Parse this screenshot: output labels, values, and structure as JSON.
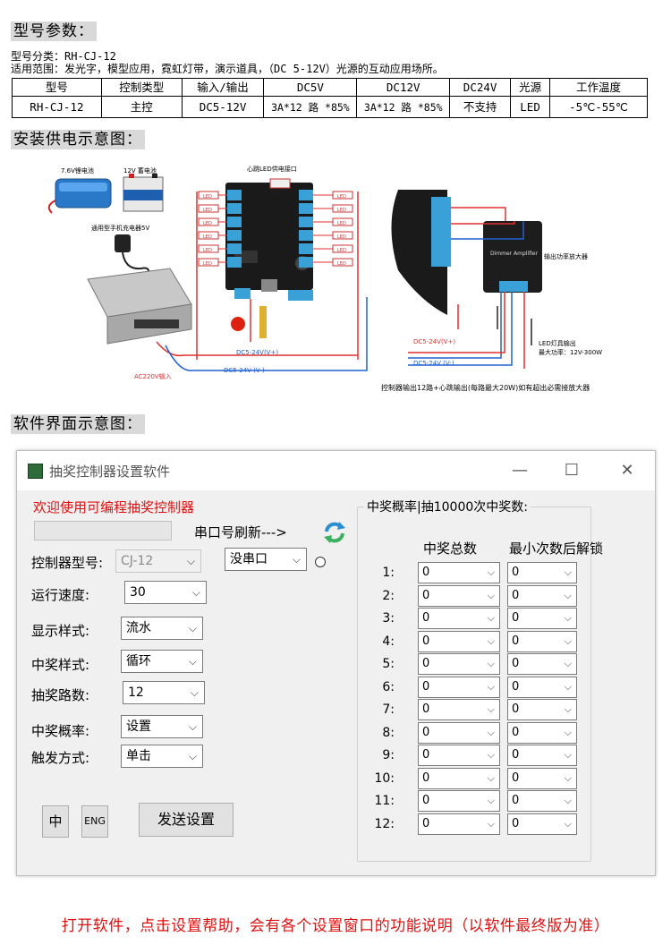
{
  "sections": {
    "model_params": "型号参数：",
    "install_diagram": "安装供电示意图：",
    "software_ui": "软件界面示意图："
  },
  "spec_lines": {
    "category": "型号分类：RH-CJ-12",
    "scope": "适用范围：发光字，模型应用，霓虹灯带，演示道具，（DC 5-12V）光源的互动应用场所。"
  },
  "spec_table": {
    "headers": [
      "型号",
      "控制类型",
      "输入/输出",
      "DC5V",
      "DC12V",
      "DC24V",
      "光源",
      "工作温度"
    ],
    "row": [
      "RH-CJ-12",
      "主控",
      "DC5-12V",
      "3A*12 路 *85%",
      "3A*12 路 *85%",
      "不支持",
      "LED",
      "-5℃-55℃"
    ]
  },
  "diagram": {
    "battery_76": "7.6V锂电池",
    "battery_12": "12V 蓄电池",
    "charger": "通用型手机充电器5V",
    "heartbeat": "心跳LED供电接口",
    "ac_input": "AC220V输入",
    "vplus": "DC5-24V(V+)",
    "vminus": "DC5-24V (V-)",
    "amp_title": "Dimmer Amplifier",
    "amp_out": "输出功率放大器",
    "led_note1": "LED灯具输出",
    "led_note2": "最大功率：12V-300W",
    "right_vplus": "DC5-24V(V+)",
    "right_vminus": "DC5-24V (V-)",
    "caption": "控制器输出12路+心跳输出(每路最大20W)如有超出必需接放大器",
    "led_label": "LED"
  },
  "window": {
    "title": "抽奖控制器设置软件",
    "minimize": "—",
    "maximize": "☐",
    "close": "✕",
    "welcome": "欢迎使用可编程抽奖控制器",
    "serial_refresh": "串口号刷新--->",
    "fields": {
      "model_label": "控制器型号:",
      "model_value": "CJ-12",
      "port_value": "没串口",
      "speed_label": "运行速度:",
      "speed_value": "30",
      "display_label": "显示样式:",
      "display_value": "流水",
      "win_style_label": "中奖样式:",
      "win_style_value": "循环",
      "channels_label": "抽奖路数:",
      "channels_value": "12",
      "prob_label": "中奖概率:",
      "prob_value": "设置",
      "trigger_label": "触发方式:",
      "trigger_value": "单击"
    },
    "buttons": {
      "chinese": "中",
      "english": "ENG",
      "send": "发送设置"
    },
    "group": {
      "title": "中奖概率|抽10000次中奖数:",
      "col_total": "中奖总数",
      "col_unlock": "最小次数后解锁",
      "rows": [
        {
          "label": "1:",
          "total": "0",
          "unlock": "0"
        },
        {
          "label": "2:",
          "total": "0",
          "unlock": "0"
        },
        {
          "label": "3:",
          "total": "0",
          "unlock": "0"
        },
        {
          "label": "4:",
          "total": "0",
          "unlock": "0"
        },
        {
          "label": "5:",
          "total": "0",
          "unlock": "0"
        },
        {
          "label": "6:",
          "total": "0",
          "unlock": "0"
        },
        {
          "label": "7:",
          "total": "0",
          "unlock": "0"
        },
        {
          "label": "8:",
          "total": "0",
          "unlock": "0"
        },
        {
          "label": "9:",
          "total": "0",
          "unlock": "0"
        },
        {
          "label": "10:",
          "total": "0",
          "unlock": "0"
        },
        {
          "label": "11:",
          "total": "0",
          "unlock": "0"
        },
        {
          "label": "12:",
          "total": "0",
          "unlock": "0"
        }
      ]
    }
  },
  "footer": "打开软件，点击设置帮助，会有各个设置窗口的功能说明（以软件最终版为准）",
  "colors": {
    "accent_red": "#e01010",
    "wire_red": "#e03030",
    "wire_blue": "#2060d0",
    "board": "#1a1a1a",
    "terminal": "#3aa0d8"
  }
}
